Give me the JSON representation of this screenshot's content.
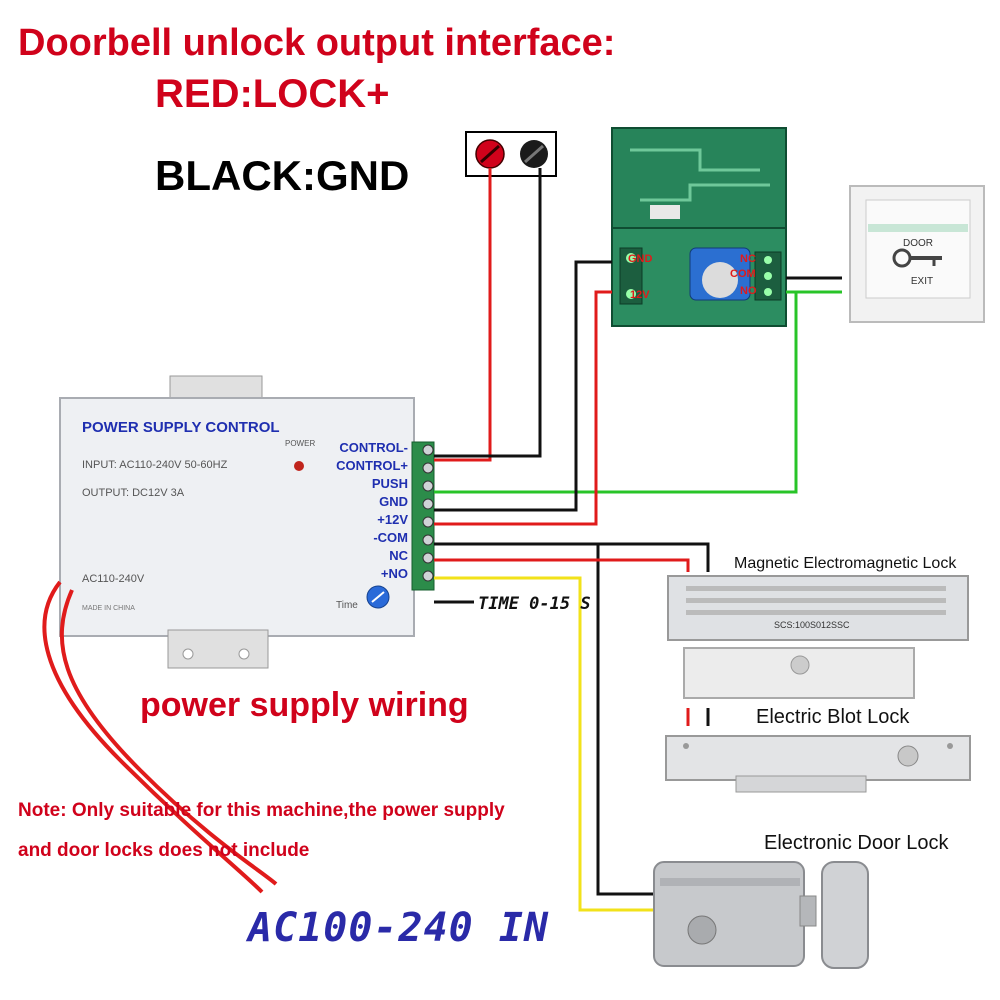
{
  "header": {
    "title": "Doorbell unlock output interface:",
    "red_label": "RED:LOCK+",
    "black_label": "BLACK:GND"
  },
  "psu": {
    "brand": "POWER SUPPLY CONTROL",
    "input": "INPUT: AC110-240V  50-60HZ",
    "output": "OUTPUT: DC12V  3A",
    "power_led_label": "POWER",
    "ac_label": "AC110-240V",
    "made_in": "MADE IN CHINA",
    "time_knob_label": "Time",
    "terminals": [
      "CONTROL-",
      "CONTROL+",
      "PUSH",
      "GND",
      "+12V",
      "-COM",
      "NC",
      "+NO"
    ]
  },
  "relay": {
    "gnd": "GND",
    "v12": "12V",
    "nc": "NC",
    "com": "COM",
    "no": "NO"
  },
  "exit_button": {
    "line1": "DOOR",
    "line2": "EXIT"
  },
  "timer_label": "TIME 0-15 S",
  "locks": {
    "magnetic": "Magnetic Electromagnetic Lock",
    "bolt": "Electric Blot Lock",
    "door": "Electronic Door Lock",
    "mag_plate_text": "SCS:100S012SSC"
  },
  "wiring_label": "power supply wiring",
  "note_lines": [
    "Note: Only suitable for this machine,the power supply",
    "and door locks does not include"
  ],
  "ac_in_label": "AC100-240 IN",
  "colors": {
    "title_red": "#d0021b",
    "label_blue": "#1f2fb0",
    "ac_blue": "#2a2aa8",
    "wire_red": "#e01b1b",
    "wire_green": "#28c428",
    "wire_yellow": "#f2e21a",
    "wire_black": "#111111"
  }
}
